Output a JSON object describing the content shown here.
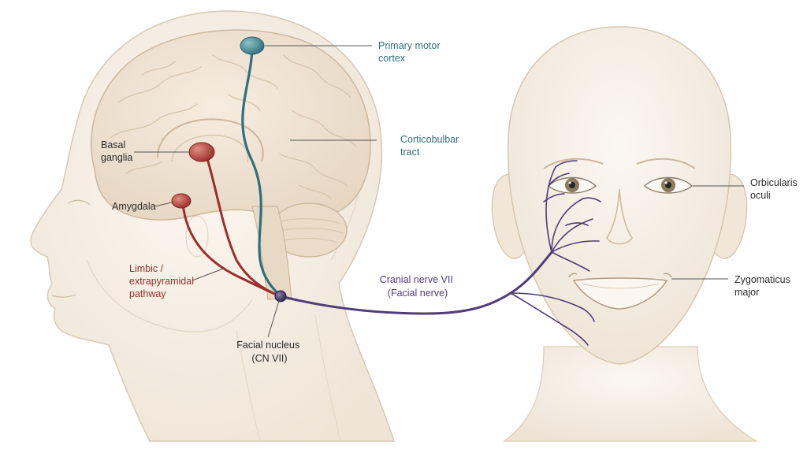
{
  "labels": {
    "primary_motor": [
      "Primary motor",
      "cortex"
    ],
    "corticobulbar": [
      "Corticobulbar",
      "tract"
    ],
    "basal_ganglia": [
      "Basal",
      "ganglia"
    ],
    "amygdala": [
      "Amygdala"
    ],
    "limbic": [
      "Limbic /",
      "extrapyramidal",
      "pathway"
    ],
    "facial_nucleus": [
      "Facial nucleus",
      "(CN VII)"
    ],
    "cranial_nerve": [
      "Cranial nerve VII",
      "(Facial nerve)"
    ],
    "orbicularis": [
      "Orbicularis",
      "oculi"
    ],
    "zygomaticus": [
      "Zygomaticus",
      "major"
    ]
  },
  "colors": {
    "motor_pathway": "#2f6f7e",
    "limbic_pathway": "#9a2f2b",
    "facial_nerve": "#4e3d78",
    "leader_line": "#555555",
    "dark_text": "#2b2b2b",
    "skin": "#f6efe6",
    "brain": "#efe3d3"
  }
}
